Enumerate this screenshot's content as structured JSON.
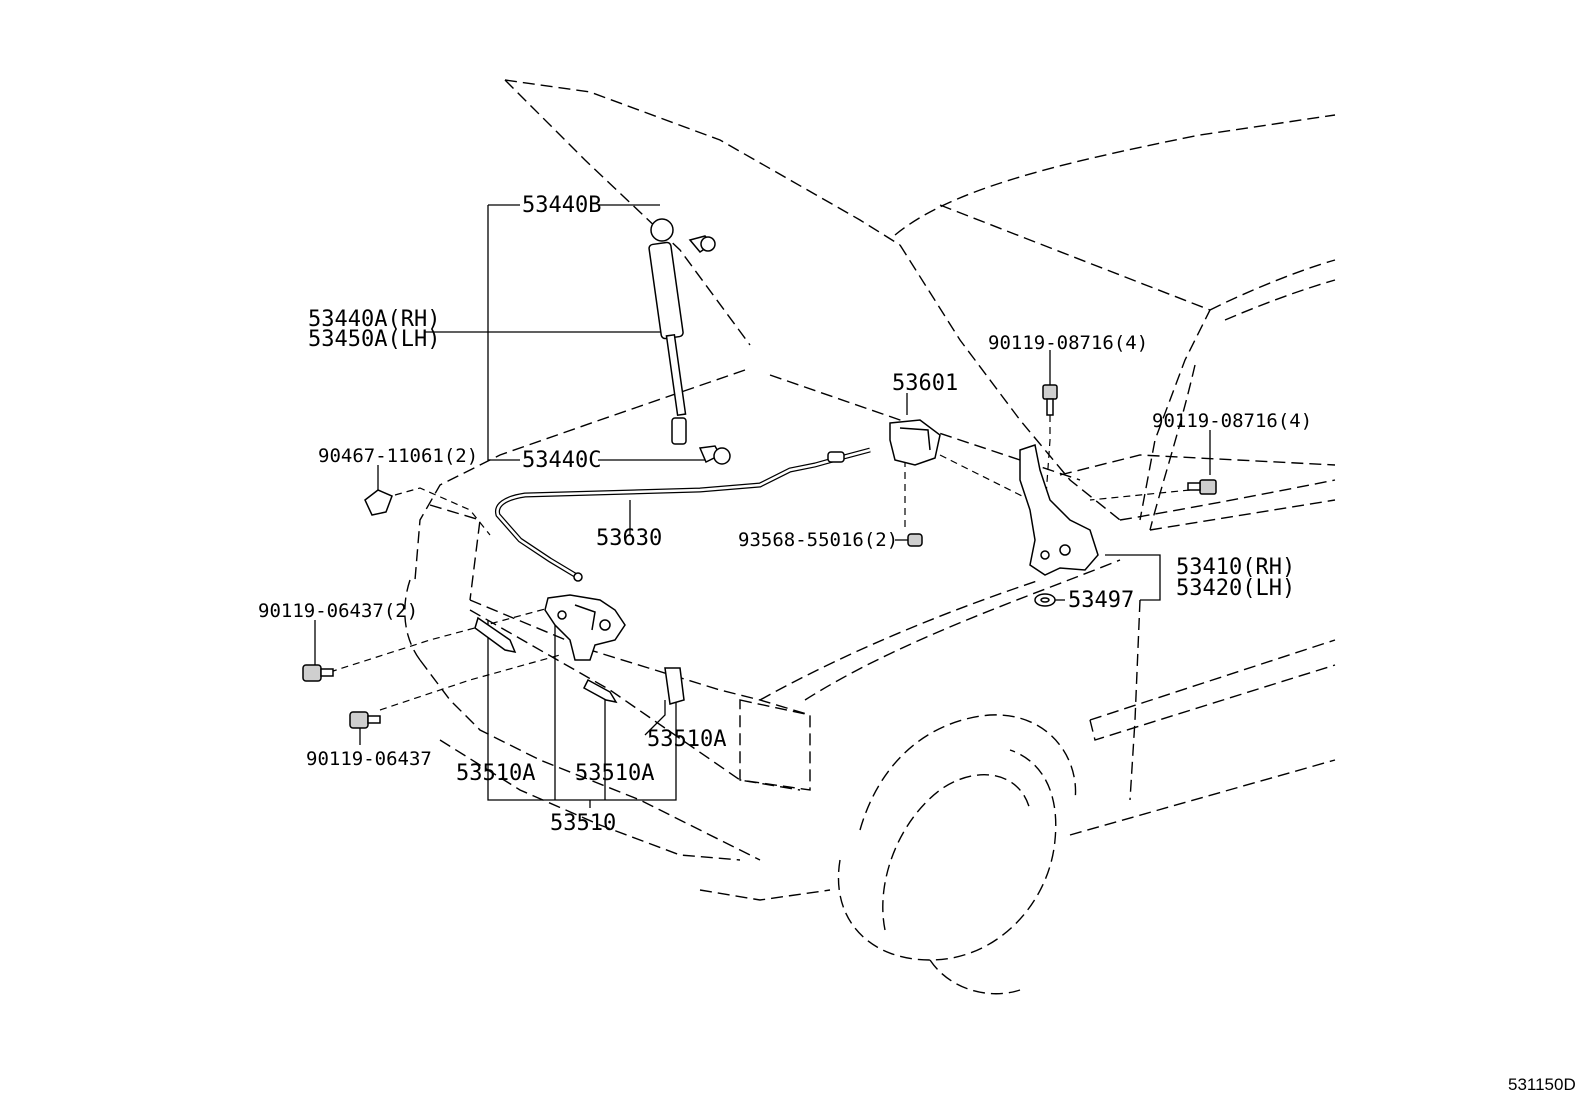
{
  "labels": {
    "l53440B": "53440B",
    "l53440A": "53440A(RH)",
    "l53450A": "53450A(LH)",
    "l53440C": "53440C",
    "l90467": "90467-11061(2)",
    "l53630": "53630",
    "l53601": "53601",
    "l93568": "93568-55016(2)",
    "l90119_08716_a": "90119-08716(4)",
    "l90119_08716_b": "90119-08716(4)",
    "l53410": "53410(RH)",
    "l53420": "53420(LH)",
    "l53497": "53497",
    "l90119_06437_2": "90119-06437(2)",
    "l90119_06437": "90119-06437",
    "l53510A_left": "53510A",
    "l53510A_mid": "53510A",
    "l53510A_right": "53510A",
    "l53510": "53510",
    "diagram_code": "531150D"
  }
}
